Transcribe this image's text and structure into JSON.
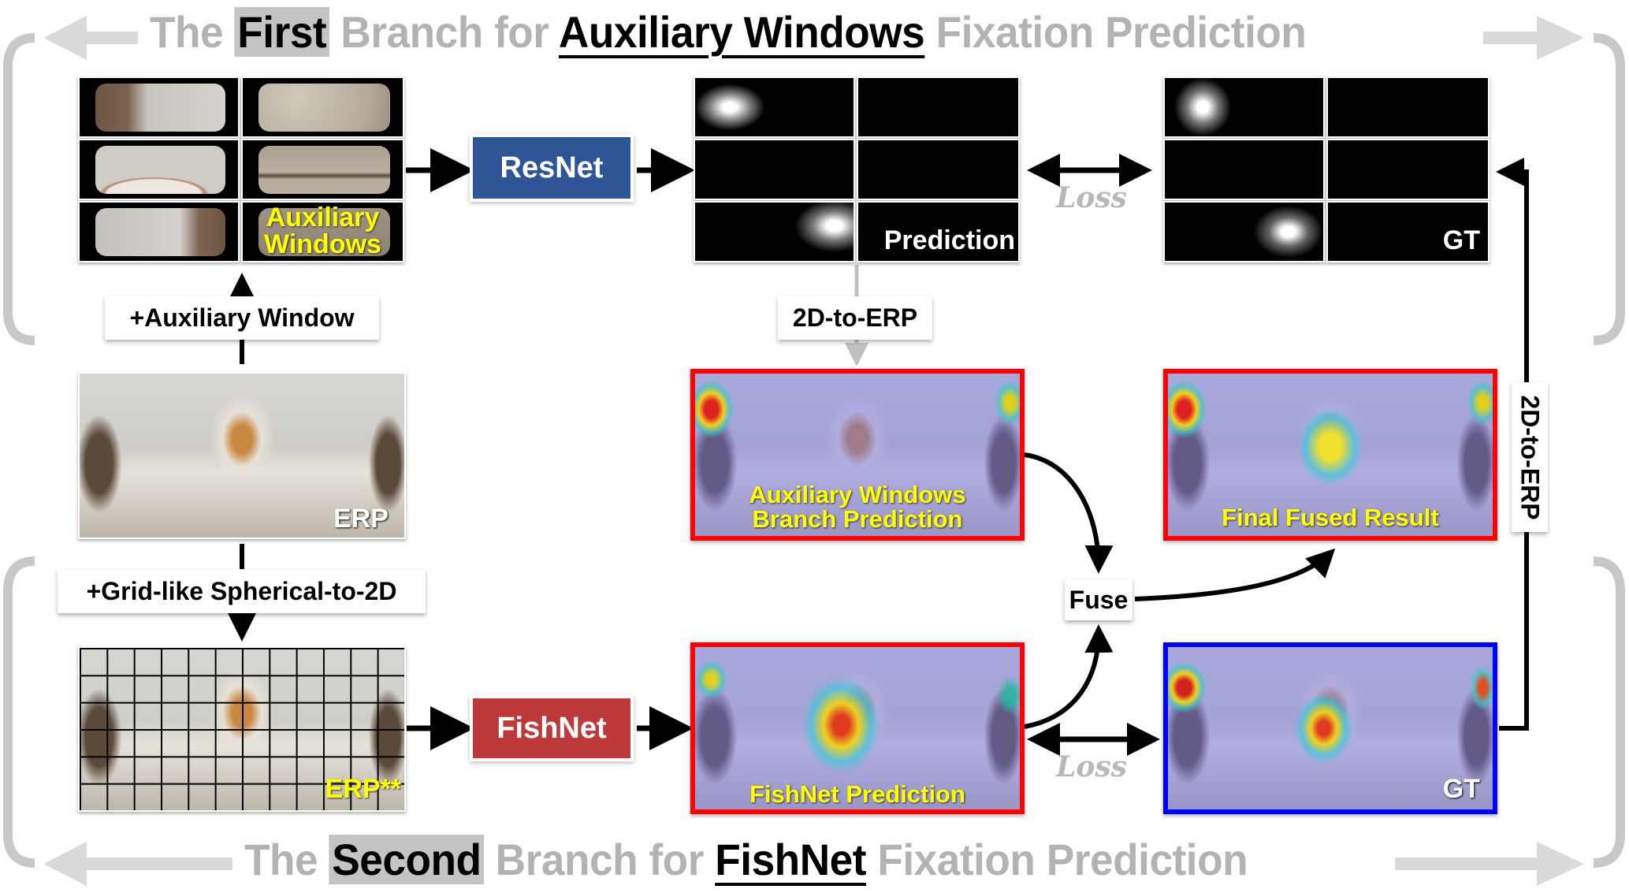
{
  "top_title": {
    "prefix": "The",
    "highlight": "First",
    "middle": "Branch for",
    "underlined": "Auxiliary Windows",
    "suffix": "Fixation Prediction"
  },
  "bottom_title": {
    "prefix": "The",
    "highlight": "Second",
    "middle": "Branch for",
    "underlined": "FishNet",
    "suffix": "Fixation Prediction"
  },
  "nodes": {
    "aux_windows_label": [
      "Auxiliary",
      "Windows"
    ],
    "resnet": "ResNet",
    "prediction_label": "Prediction",
    "gt_label": "GT",
    "loss_label": "Loss",
    "aux_window_step": "+Auxiliary Window",
    "to_erp_step": "2D-to-ERP",
    "erp_label": "ERP",
    "aux_branch_pred": [
      "Auxiliary Windows",
      "Branch Prediction"
    ],
    "final_fused": "Final Fused Result",
    "to_erp_vertical": "2D-to-ERP",
    "grid_step": "+Grid-like Spherical-to-2D",
    "fuse": "Fuse",
    "erp_grid_label": "ERP**",
    "fishnet": "FishNet",
    "fishnet_pred": "FishNet Prediction",
    "gt_bottom_label": "GT",
    "loss_bottom_label": "Loss"
  },
  "colors": {
    "resnet": "#2f5597",
    "fishnet": "#be3a3a",
    "prediction_frame": "#ff0000",
    "gt_frame": "#0000ff",
    "title_gray": "#b3b3b3",
    "label_yellow": "#ffff00"
  }
}
